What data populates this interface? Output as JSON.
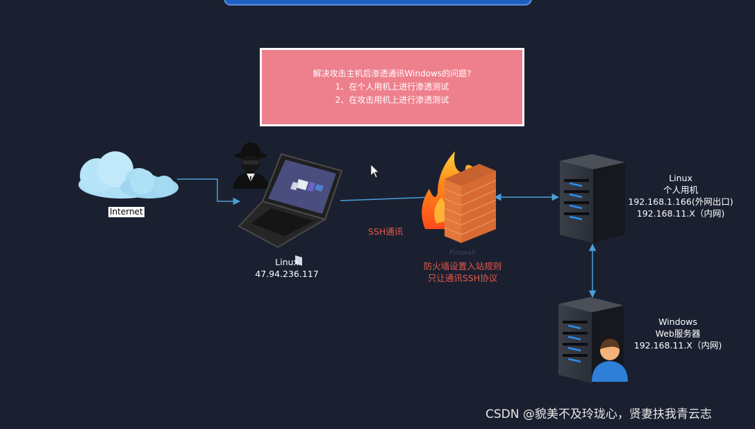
{
  "question_box": {
    "title": "解决攻击主机后渗透通讯Windows的问题?",
    "item1": "1、在个人用机上进行渗透测试",
    "item2": "2、在攻击用机上进行渗透测试"
  },
  "internet": {
    "label": "Internet"
  },
  "attacker": {
    "os": "Linux",
    "ip": "47.94.236.117"
  },
  "link_label": "SSH通讯",
  "firewall": {
    "faint_label": "Firewall",
    "line1": "防火墙设置入站规则",
    "line2": "只让通讯SSH协议"
  },
  "linux_server": {
    "os": "Linux",
    "role": "个人用机",
    "ip_external": "192.168.1.166(外网出口)",
    "ip_internal": "192.168.11.X（内网)"
  },
  "windows_server": {
    "os": "Windows",
    "role": "Web服务器",
    "ip_internal": "192.168.11.X（内网)"
  },
  "watermark": "CSDN @貌美不及玲珑心，贤妻扶我青云志",
  "colors": {
    "background": "#1b2030",
    "box_fill": "#ee7f8c",
    "arrow": "#4aa0d8",
    "accent_text": "#e45a4b"
  }
}
